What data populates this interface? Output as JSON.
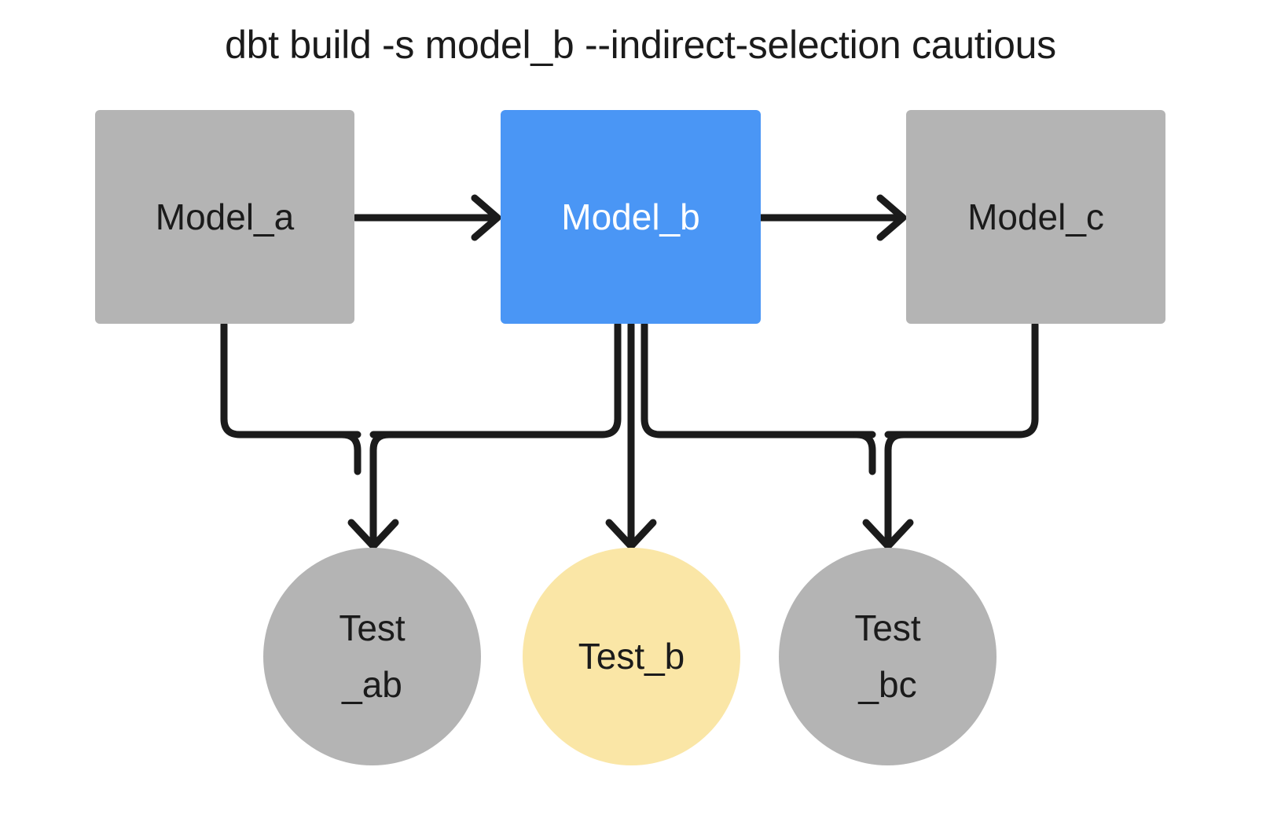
{
  "title": "dbt build -s model_b --indirect-selection cautious",
  "colors": {
    "background": "#ffffff",
    "node_gray": "#b4b4b4",
    "node_selected_blue": "#4a96f5",
    "node_highlight_yellow": "#fae6a6",
    "edge_black": "#1b1b1b",
    "text_dark": "#1b1b1b",
    "text_light": "#ffffff"
  },
  "nodes": {
    "model_a": {
      "label": "Model_a",
      "shape": "rectangle",
      "state": "unselected"
    },
    "model_b": {
      "label": "Model_b",
      "shape": "rectangle",
      "state": "selected"
    },
    "model_c": {
      "label": "Model_c",
      "shape": "rectangle",
      "state": "unselected"
    },
    "test_ab": {
      "label_line1": "Test",
      "label_line2": "_ab",
      "shape": "circle",
      "state": "unselected"
    },
    "test_b": {
      "label_line1": "Test_b",
      "label_line2": "",
      "shape": "circle",
      "state": "highlighted"
    },
    "test_bc": {
      "label_line1": "Test",
      "label_line2": "_bc",
      "shape": "circle",
      "state": "unselected"
    }
  },
  "edges": [
    {
      "from": "model_a",
      "to": "model_b",
      "style": "arrow-right"
    },
    {
      "from": "model_b",
      "to": "model_c",
      "style": "arrow-right"
    },
    {
      "from": "model_a",
      "to": "test_ab",
      "style": "elbow-down"
    },
    {
      "from": "model_b",
      "to": "test_ab",
      "style": "elbow-down"
    },
    {
      "from": "model_b",
      "to": "test_b",
      "style": "straight-down"
    },
    {
      "from": "model_b",
      "to": "test_bc",
      "style": "elbow-down"
    },
    {
      "from": "model_c",
      "to": "test_bc",
      "style": "elbow-down"
    }
  ]
}
